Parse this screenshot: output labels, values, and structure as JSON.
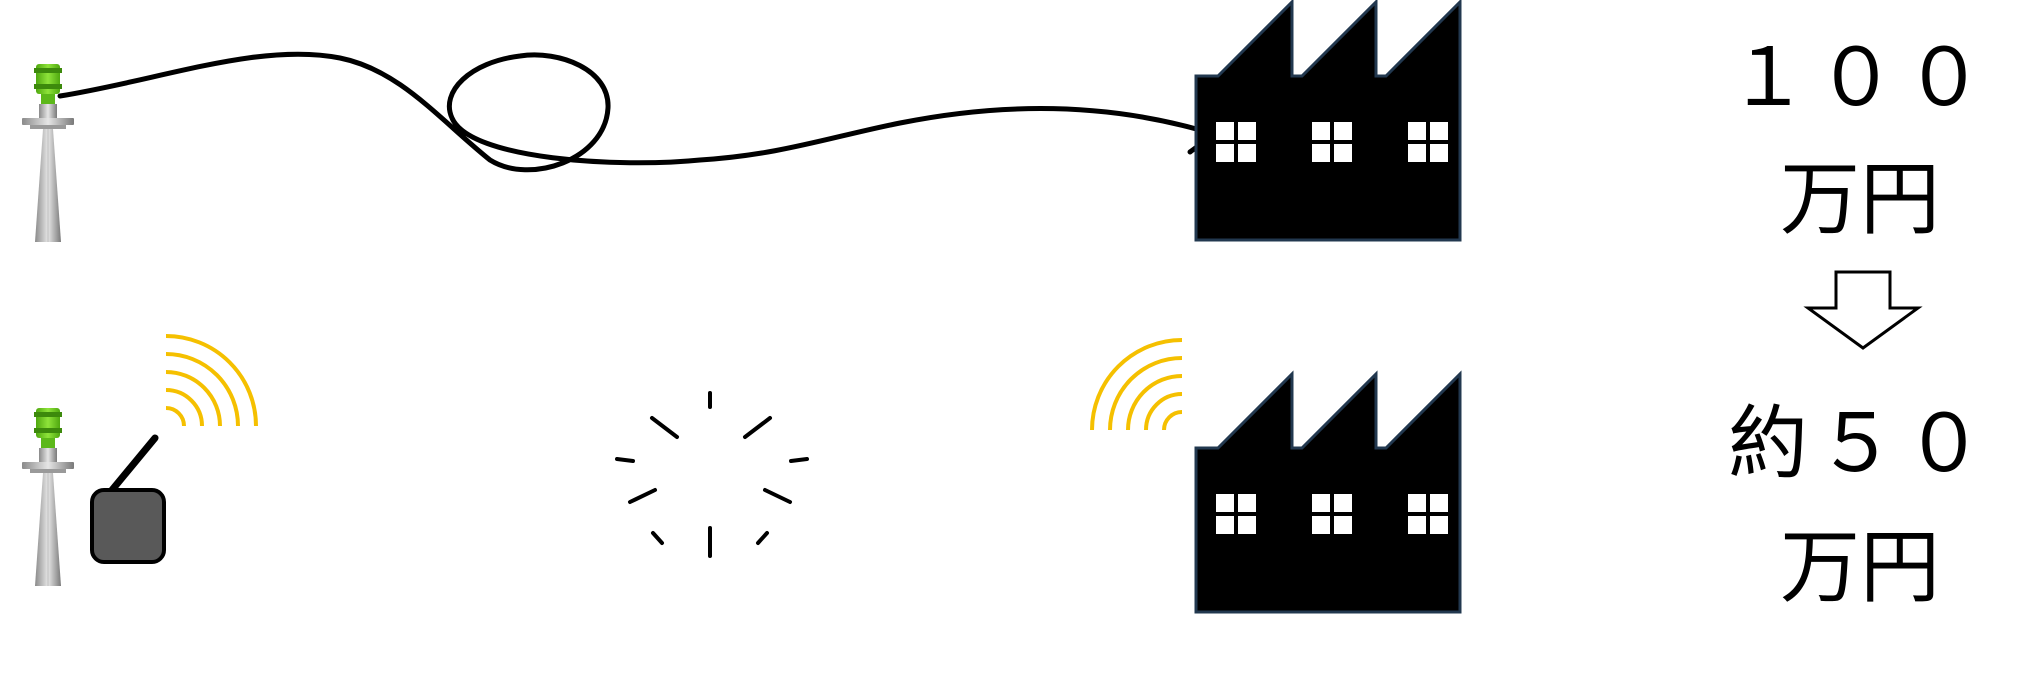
{
  "wired_cost": {
    "amount": "１００",
    "unit": "万円"
  },
  "wireless_cost": {
    "amount": "約５０",
    "unit": "万円"
  },
  "colors": {
    "sensor_head": "#7ed321",
    "wifi_arc": "#f5c000",
    "factory": "#000000",
    "factory_outline": "#22384f",
    "transmitter_box": "#595959"
  },
  "icons": [
    "sensor-icon",
    "cable-icon",
    "factory-icon",
    "transmitter-icon",
    "wireless-signal-icon",
    "burst-icon",
    "down-arrow-icon"
  ]
}
